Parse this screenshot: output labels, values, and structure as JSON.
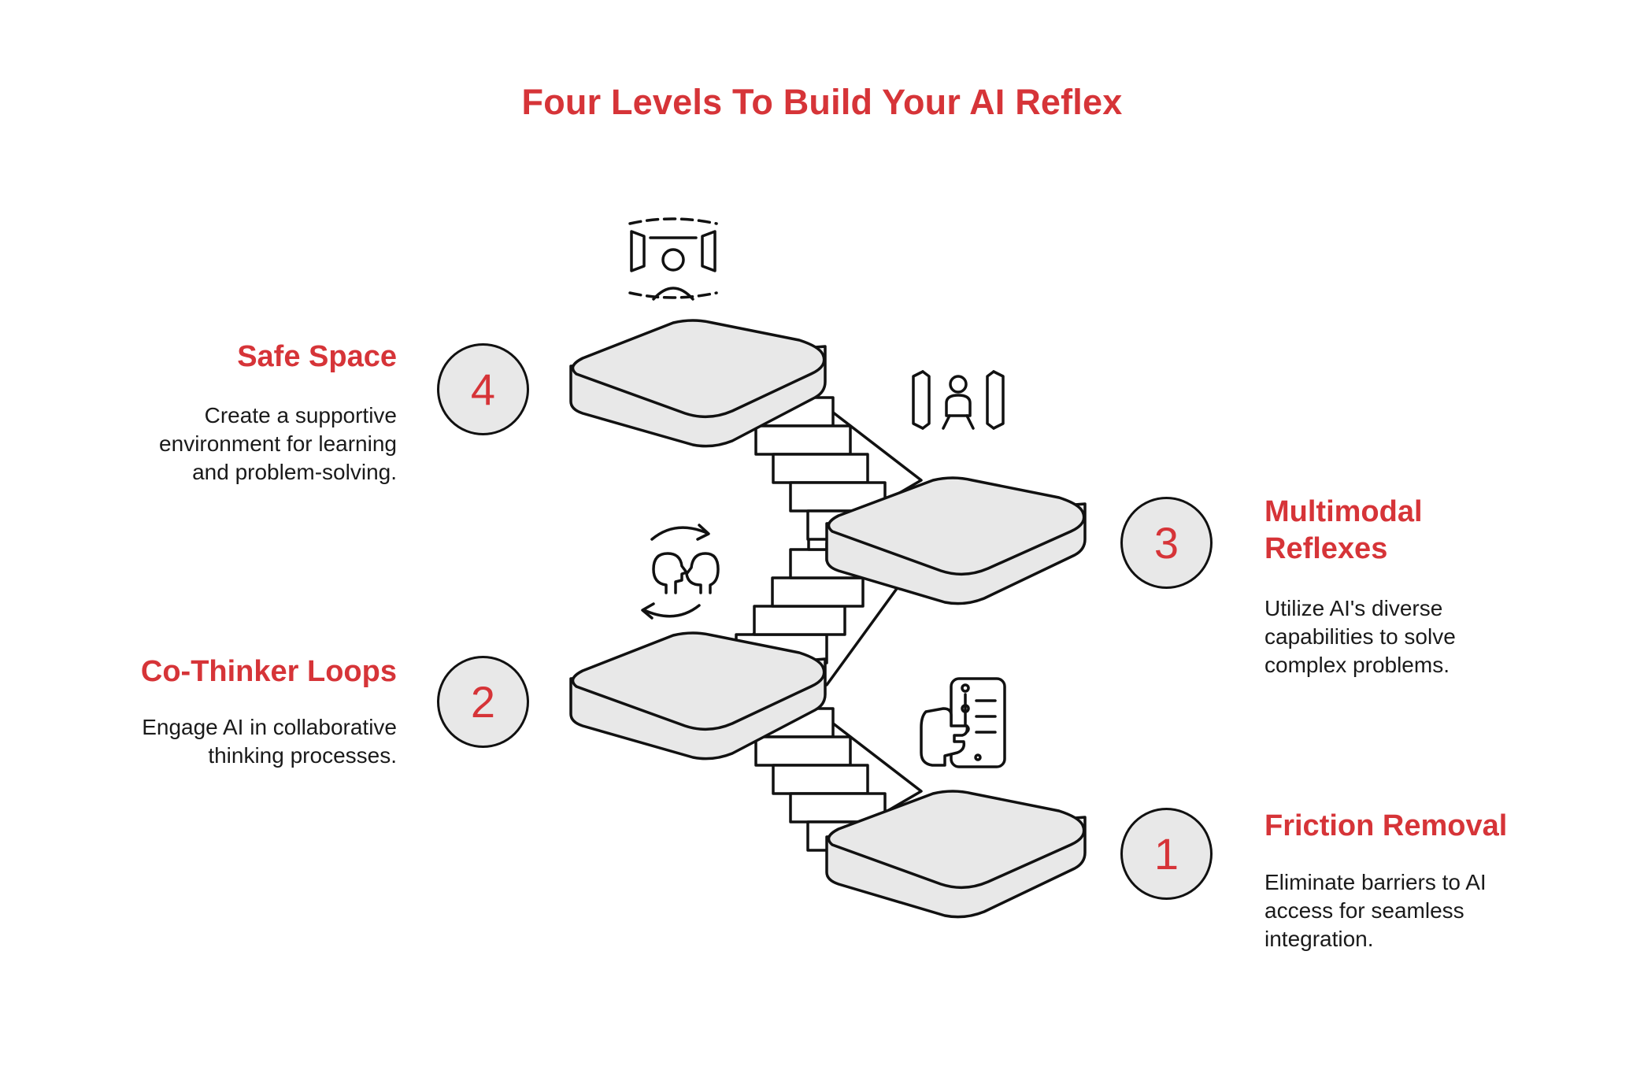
{
  "title": "Four Levels To Build Your AI Reflex",
  "colors": {
    "accent": "#d63438",
    "text": "#1a1a1a",
    "platform": "#e8e8e8",
    "outline": "#111111"
  },
  "levels": [
    {
      "number": "1",
      "title": "Friction Removal",
      "description": [
        "Eliminate barriers to AI",
        "access for seamless",
        "integration."
      ],
      "icon": "phone-hand-icon"
    },
    {
      "number": "2",
      "title": "Co-Thinker Loops",
      "description": [
        "Engage AI in collaborative",
        "thinking processes."
      ],
      "icon": "two-heads-cycle-icon"
    },
    {
      "number": "3",
      "title": [
        "Multimodal",
        "Reflexes"
      ],
      "description": [
        "Utilize AI's diverse",
        "capabilities to solve",
        "complex problems."
      ],
      "icon": "person-between-panels-icon"
    },
    {
      "number": "4",
      "title": "Safe Space",
      "description": [
        "Create a supportive",
        "environment for learning",
        "and problem-solving."
      ],
      "icon": "person-in-room-icon"
    }
  ]
}
